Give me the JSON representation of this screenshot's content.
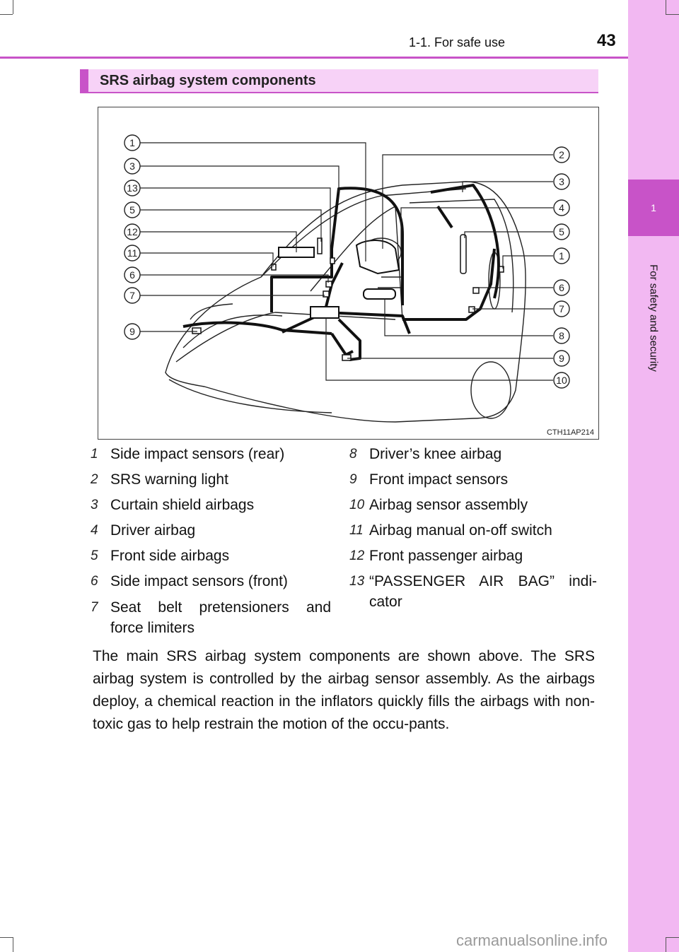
{
  "header": {
    "section": "1-1. For safe use",
    "page_number": "43"
  },
  "sidebar": {
    "chapter_number": "1",
    "chapter_title": "For safety and security"
  },
  "section_title": "SRS airbag system components",
  "figure": {
    "code": "CTH11AP214",
    "left_callouts": [
      "1",
      "3",
      "13",
      "5",
      "12",
      "11",
      "6",
      "7",
      "9"
    ],
    "right_callouts": [
      "2",
      "3",
      "4",
      "5",
      "1",
      "6",
      "7",
      "8",
      "9",
      "10"
    ]
  },
  "legend": {
    "left": [
      {
        "num": "1",
        "text": "Side impact sensors (rear)"
      },
      {
        "num": "2",
        "text": "SRS warning light"
      },
      {
        "num": "3",
        "text": "Curtain shield airbags"
      },
      {
        "num": "4",
        "text": "Driver airbag"
      },
      {
        "num": "5",
        "text": "Front side airbags"
      },
      {
        "num": "6",
        "text": "Side impact sensors (front)"
      },
      {
        "num": "7",
        "text": "Seat belt pretensioners and",
        "text2": "force limiters"
      }
    ],
    "right": [
      {
        "num": "8",
        "text": "Driver’s knee airbag"
      },
      {
        "num": "9",
        "text": "Front impact sensors"
      },
      {
        "num": "10",
        "text": "Airbag sensor assembly"
      },
      {
        "num": "11",
        "text": "Airbag manual on-off switch"
      },
      {
        "num": "12",
        "text": "Front passenger airbag"
      },
      {
        "num": "13",
        "text": "“PASSENGER AIR BAG” indi-",
        "text2": "cator"
      }
    ]
  },
  "paragraph": "The main SRS airbag system components are shown above. The SRS airbag system is controlled by the airbag sensor assembly. As the airbags deploy, a chemical reaction in the inflators quickly fills the airbags with non-toxic gas to help restrain the motion of the occu-pants.",
  "watermark": "carmanualsonline.info"
}
